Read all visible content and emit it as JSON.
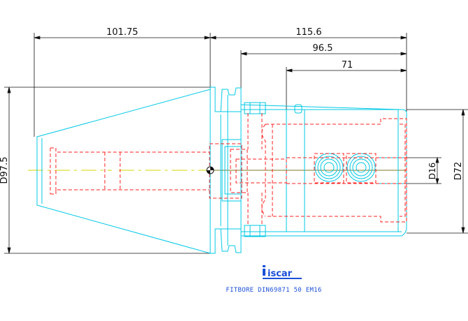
{
  "dimensions": {
    "overall_left": "101.75",
    "overall_right": "115.6",
    "body_length": "96.5",
    "nose_length": "71",
    "shank_diameter": "D97.5",
    "body_diameter": "D72",
    "bore_diameter": "D16"
  },
  "logo": {
    "text": "iscar"
  },
  "caption": "FITBORE DIN69871 50 EM16",
  "colors": {
    "outline": "#00c8e6",
    "hidden": "#ff2020",
    "centerline": "#d4d400",
    "dimension": "#111111",
    "brand": "#1a4fd8"
  }
}
